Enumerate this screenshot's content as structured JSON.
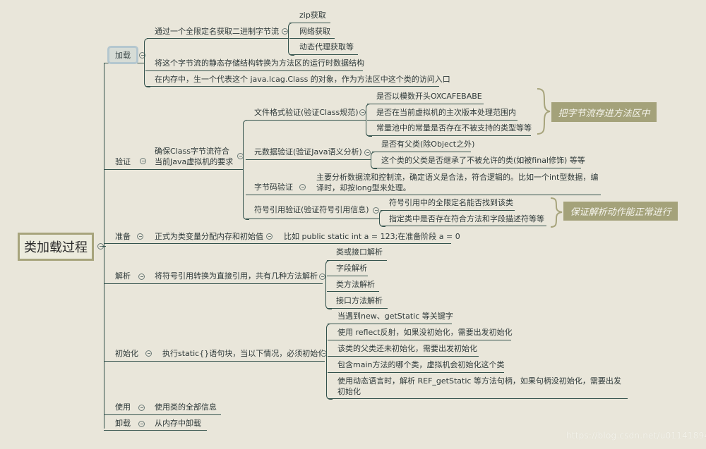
{
  "root": {
    "label": "类加载过程"
  },
  "stages": {
    "load": {
      "label": "加载",
      "children": [
        {
          "label": "通过一个全限定名获取二进制字节流",
          "children": [
            "zip获取",
            "网络获取",
            "动态代理获取等"
          ]
        },
        {
          "label": "将这个字节流的静态存储结构转换为方法区的运行时数据结构"
        },
        {
          "label": "在内存中，生一个代表这个 java.lcag.Class 的对象，作为方法区中这个类的访问入口"
        }
      ]
    },
    "verify": {
      "label": "验证",
      "desc_line1": "确保Class字节流符合",
      "desc_line2": "当前Java虚拟机的要求",
      "children": [
        {
          "label": "文件格式验证(验证Class规范)",
          "children": [
            "是否以模数开头OXCAFEBABE",
            "是否在当前虚拟机的主次版本处理范围内",
            "常量池中的常量是否存在不被支持的类型等等"
          ],
          "callout": "把字节流存进方法区中"
        },
        {
          "label": "元数据验证(验证Java语义分析)",
          "children": [
            "是否有父类(除Object之外)",
            "这个类的父类是否继承了不被允许的类(如被final修饰) 等等"
          ]
        },
        {
          "label": "字节码验证",
          "detail": "主要分析数据流和控制流，确定语义是合法，符合逻辑的。比如一个int型数据，编译时，却按long型来处理。"
        },
        {
          "label": "符号引用验证(验证符号引用信息)",
          "children": [
            "符号引用中的全限定名能否找到该类",
            "指定类中是否存在符合方法和字段描述符等等"
          ],
          "callout": "保证解析动作能正常进行"
        }
      ]
    },
    "prepare": {
      "label": "准备",
      "desc": "正式为类变量分配内存和初始值",
      "example": "比如 public static int a = 123;在准备阶段 a = 0"
    },
    "resolve": {
      "label": "解析",
      "desc": "将符号引用转换为直接引用，共有几种方法解析",
      "children": [
        "类或接口解析",
        "字段解析",
        "类方法解析",
        "接口方法解析"
      ]
    },
    "init": {
      "label": "初始化",
      "desc": "执行static{}语句块，当以下情况，必须初始化",
      "children": [
        "当遇到new、getStatic 等关键字",
        "使用 reflect反射，如果没初始化，需要出发初始化",
        "该类的父类还未初始化，需要出发初始化",
        "包含main方法的哪个类，虚拟机会初始化这个类",
        "使用动态语言时，解析 REF_getStatic 等方法句柄，如果句柄没初始化，需要出发初始化"
      ]
    },
    "use": {
      "label": "使用",
      "desc": "使用类的全部信息"
    },
    "unload": {
      "label": "卸载",
      "desc": "从内存中卸载"
    }
  },
  "watermark": "https://blog.csdn.net/u011418943",
  "colors": {
    "background": "#e9e6da",
    "line": "#33524c",
    "root_border": "#a7a47c",
    "callout_bg": "#a4a27a",
    "callout_text": "#f5f4ec",
    "selected_border": "#b4c7cf"
  }
}
